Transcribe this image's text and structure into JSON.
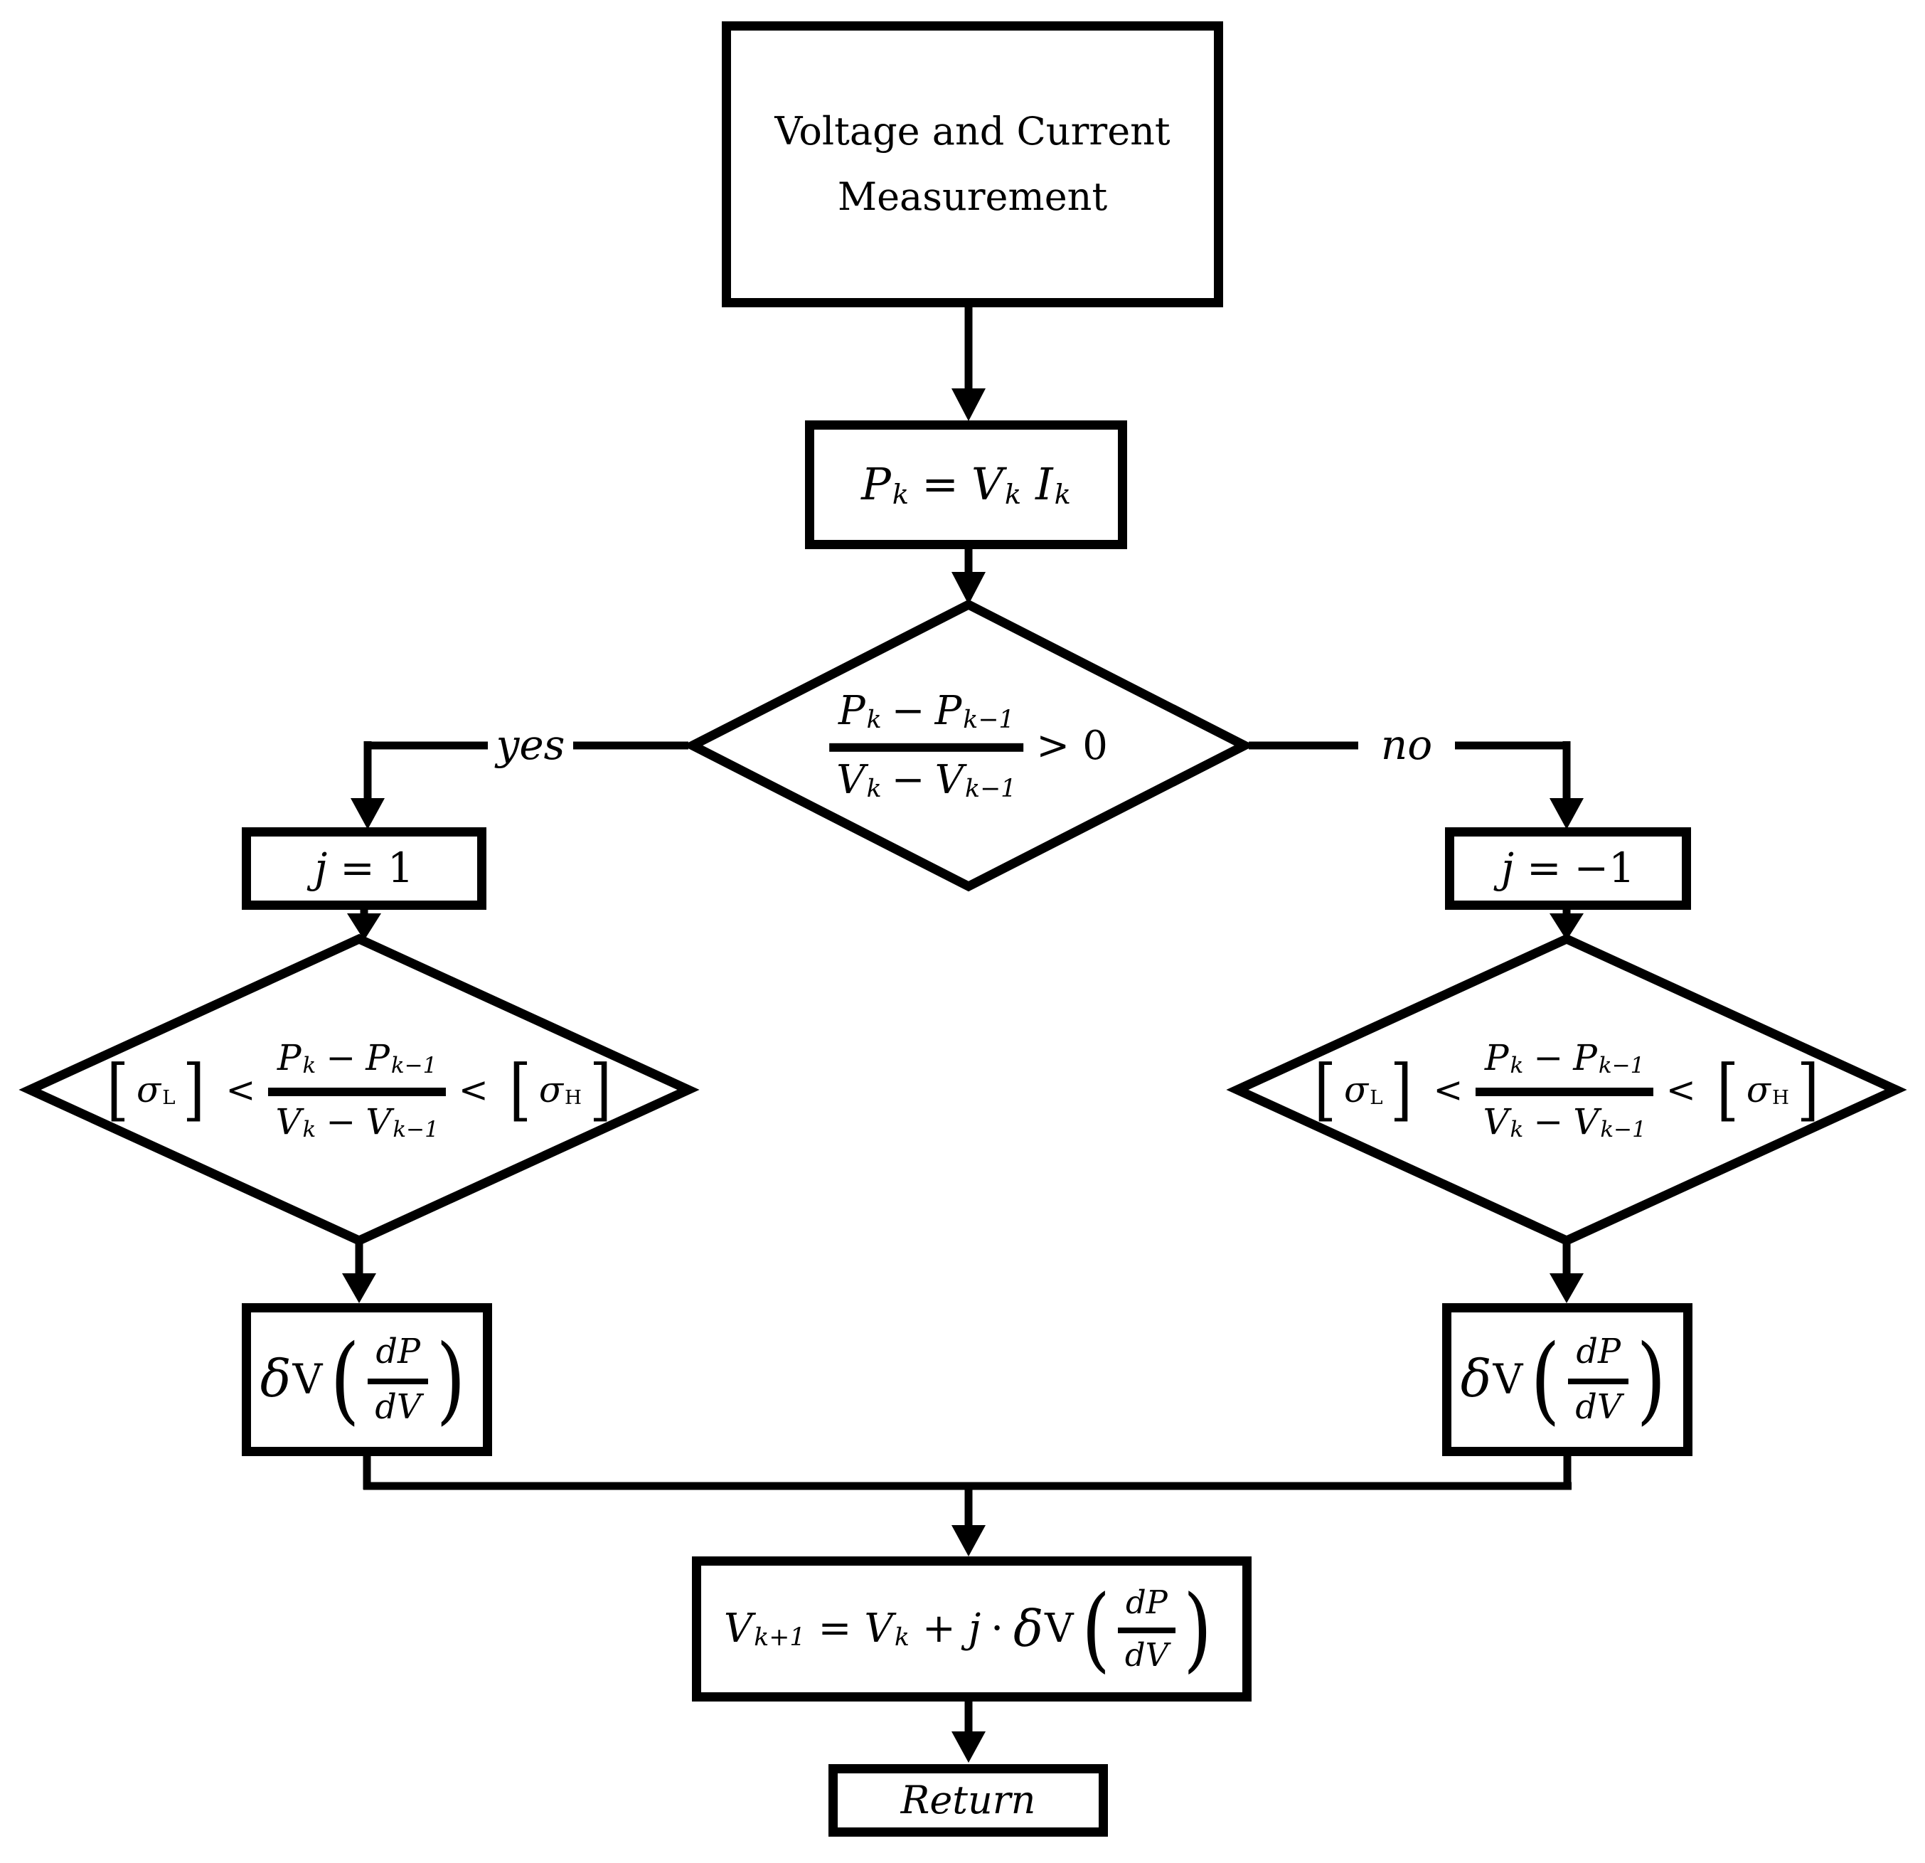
{
  "diagram_type": "flowchart",
  "colors": {
    "ink": "#000000",
    "background": "#ffffff"
  },
  "nodes": {
    "measurement": {
      "line1": "Voltage and Current",
      "line2": "Measurement"
    },
    "power_calc": {
      "summary": "Pk = Vk Ik"
    },
    "main_decision": {
      "summary": "(Pk − Pk−1)/(Vk − Vk−1) > 0"
    },
    "set_j_positive": {
      "summary": "j = 1"
    },
    "set_j_negative": {
      "summary": "j = −1"
    },
    "sigma_decision_left": {
      "summary": "[σL] < (Pk − Pk−1)/(Vk − Vk−1) < [σH]"
    },
    "sigma_decision_right": {
      "summary": "[σL] < (Pk − Pk−1)/(Vk − Vk−1) < [σH]"
    },
    "delta_v_left": {
      "summary": "δV(dP/dV)"
    },
    "delta_v_right": {
      "summary": "δV(dP/dV)"
    },
    "update_voltage": {
      "summary": "Vk+1 = Vk + j · δV(dP/dV)"
    },
    "return": {
      "label": "Return"
    }
  },
  "edge_labels": {
    "yes": "yes",
    "no": "no"
  },
  "math": {
    "P": "P",
    "V": "V",
    "I": "I",
    "j": "j",
    "d": "d",
    "sigma": "σ",
    "delta": "δ",
    "k": "k",
    "km1": "k−1",
    "kp1": "k+1",
    "L": "L",
    "H": "H",
    "eq": "=",
    "minus": "−",
    "plus": "+",
    "cdot": "·",
    "lt": "<",
    "gt": ">",
    "zero": "0",
    "one": "1",
    "minus_one": "−1",
    "lbracket": "[",
    "rbracket": "]",
    "lparen": "(",
    "rparen": ")"
  }
}
